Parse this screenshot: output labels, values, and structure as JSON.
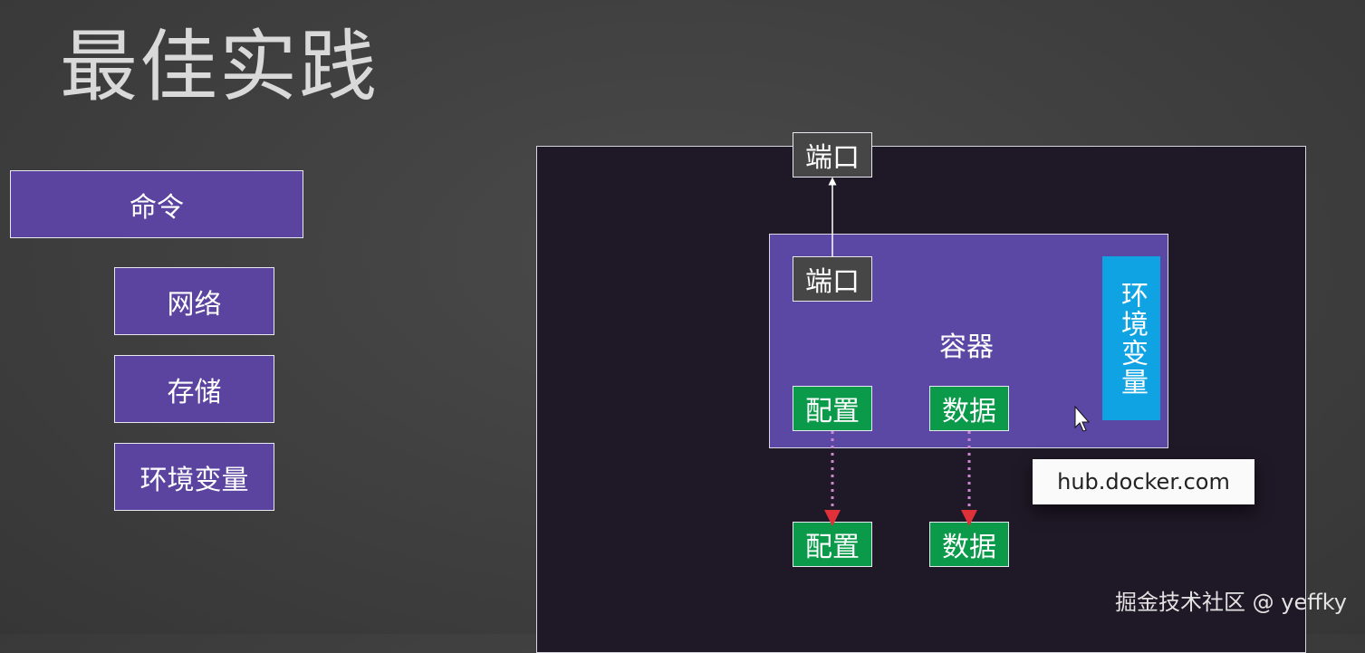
{
  "slide": {
    "title": "最佳实践",
    "left_items": {
      "command": "命令",
      "network": "网络",
      "storage": "存储",
      "env": "环境变量"
    },
    "diagram": {
      "host_port": "端口",
      "container_port": "端口",
      "container_label": "容器",
      "env_vertical": "环境变量",
      "config_inner": "配置",
      "data_inner": "数据",
      "config_outer": "配置",
      "data_outer": "数据"
    },
    "callout": "hub.docker.com",
    "watermark": "掘金技术社区 @ yeffky"
  }
}
